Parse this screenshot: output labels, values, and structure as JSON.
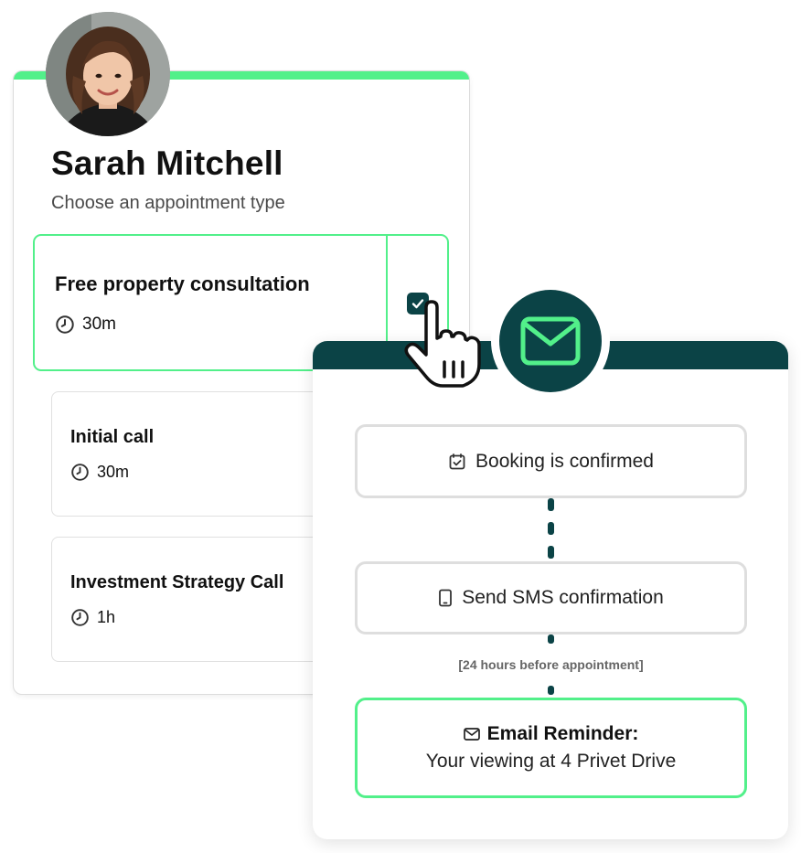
{
  "profile": {
    "name": "Sarah Mitchell",
    "subtitle": "Choose an appointment type"
  },
  "appointment_types": [
    {
      "title": "Free property consultation",
      "duration": "30m",
      "selected": true
    },
    {
      "title": "Initial call",
      "duration": "30m",
      "selected": false
    },
    {
      "title": "Investment Strategy Call",
      "duration": "1h",
      "selected": false
    }
  ],
  "workflow": {
    "steps": [
      {
        "label": "Booking is confirmed",
        "icon": "calendar-check-icon"
      },
      {
        "label": "Send SMS confirmation",
        "icon": "phone-icon"
      },
      {
        "title": "Email Reminder:",
        "detail": "Your viewing at 4 Privet Drive",
        "icon": "mail-icon"
      }
    ],
    "delay_note": "[24 hours before appointment]"
  },
  "colors": {
    "accent_green": "#52f08a",
    "dark_teal": "#0b4346",
    "border_gray": "#dedede"
  }
}
